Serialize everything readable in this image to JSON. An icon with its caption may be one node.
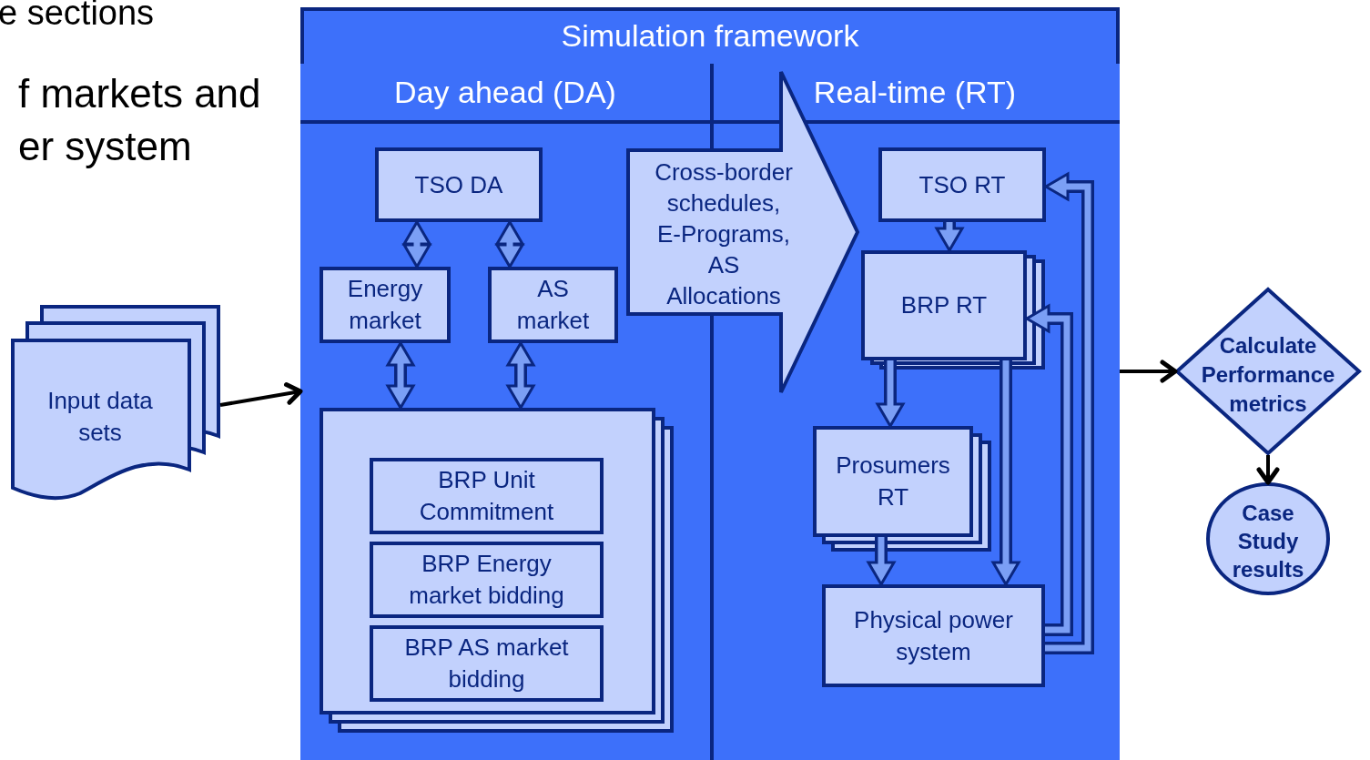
{
  "diagram": {
    "nodes": [
      {
        "text": [
          "Simulation framework"
        ]
      },
      {
        "text": [
          "Day ahead (DA)"
        ],
        "in": 0
      },
      {
        "text": [
          "Real-time (RT)"
        ],
        "in": 0
      },
      {
        "text": [
          "TSO DA"
        ],
        "in": 1
      },
      {
        "text": [
          "Energy market"
        ],
        "in": 1
      },
      {
        "text": [
          "AS market"
        ],
        "in": 1
      },
      {
        "text": [],
        "shape": "box",
        "in": 1
      },
      {
        "text": [
          "BRP Unit Commitment"
        ],
        "in": 6
      },
      {
        "text": [
          "BRP Energy market bidding"
        ],
        "in": 6
      },
      {
        "text": [
          "BRP AS market bidding"
        ],
        "in": 6
      },
      {
        "text": [
          "Cross-border schedules, E-Programs, AS Allocations"
        ],
        "in": 0
      },
      {
        "text": [
          "TSO RT"
        ],
        "in": 2
      },
      {
        "text": [
          "BRP RT"
        ],
        "in": 2
      },
      {
        "text": [
          "Prosumers RT"
        ],
        "in": 2
      },
      {
        "text": [
          "Physical power system"
        ],
        "in": 2
      },
      {
        "text": [
          "Input data sets"
        ]
      },
      {
        "text": [
          "Calculate Performance metrics"
        ]
      },
      {
        "text": [
          "Case Study results"
        ]
      }
    ],
    "edges": [
      {
        "from": 3,
        "to": 4,
        "arrow": "both"
      },
      {
        "from": 3,
        "to": 5,
        "arrow": "both"
      },
      {
        "from": 4,
        "to": 6,
        "arrow": "both"
      },
      {
        "from": 5,
        "to": 6,
        "arrow": "both"
      },
      {
        "from": 11,
        "to": 12,
        "arrow": "to"
      },
      {
        "from": 12,
        "to": 13,
        "arrow": "to"
      },
      {
        "from": 13,
        "to": 14,
        "arrow": "to"
      },
      {
        "from": 12,
        "to": 14,
        "arrow": "to"
      },
      {
        "from": 14,
        "to": 11,
        "arrow": "to"
      },
      {
        "from": 14,
        "to": 12,
        "arrow": "to"
      },
      {
        "from": 15,
        "to": 0,
        "arrow": "to",
        "color": "#000000"
      },
      {
        "from": 0,
        "to": 16,
        "arrow": "to",
        "color": "#000000"
      },
      {
        "from": 16,
        "to": 17,
        "arrow": "to",
        "color": "#000000"
      }
    ],
    "labels": [
      "e sections",
      "f markets and er system"
    ]
  }
}
